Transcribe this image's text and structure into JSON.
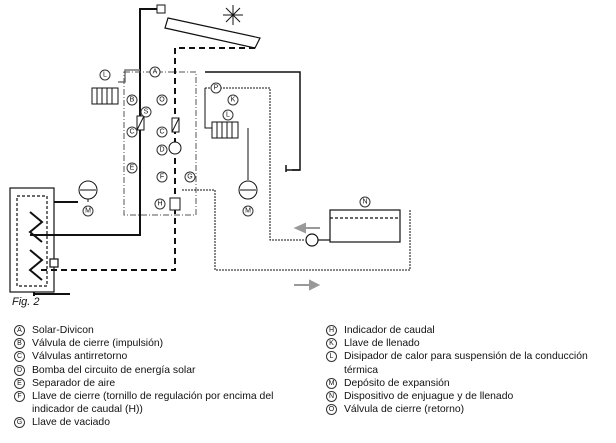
{
  "figure": {
    "caption": "Fig. 2"
  },
  "diagram_labels": {
    "A": "A",
    "B": "B",
    "C": "C",
    "D": "D",
    "E": "E",
    "F": "F",
    "G": "G",
    "H": "H",
    "K": "K",
    "L": "L",
    "M": "M",
    "N": "N",
    "O": "O",
    "P": "P",
    "S": "S"
  },
  "legend_left": [
    {
      "letter": "A",
      "text": "Solar-Divicon"
    },
    {
      "letter": "B",
      "text": "Válvula de cierre (impulsión)"
    },
    {
      "letter": "C",
      "text": "Válvulas antirretorno"
    },
    {
      "letter": "D",
      "text": "Bomba del circuito de energía solar"
    },
    {
      "letter": "E",
      "text": "Separador de aire"
    },
    {
      "letter": "F",
      "text": "Llave de cierre (tornillo de regulación por encima del indicador de caudal (H))"
    },
    {
      "letter": "G",
      "text": "Llave de vaciado"
    }
  ],
  "legend_right": [
    {
      "letter": "H",
      "text": "Indicador de caudal"
    },
    {
      "letter": "K",
      "text": "Llave de llenado"
    },
    {
      "letter": "L",
      "text": "Disipador de calor para suspensión de la conducción térmica"
    },
    {
      "letter": "M",
      "text": "Depósito de expansión"
    },
    {
      "letter": "N",
      "text": "Dispositivo de enjuague y de llenado"
    },
    {
      "letter": "O",
      "text": "Válvula de cierre (retorno)"
    }
  ]
}
